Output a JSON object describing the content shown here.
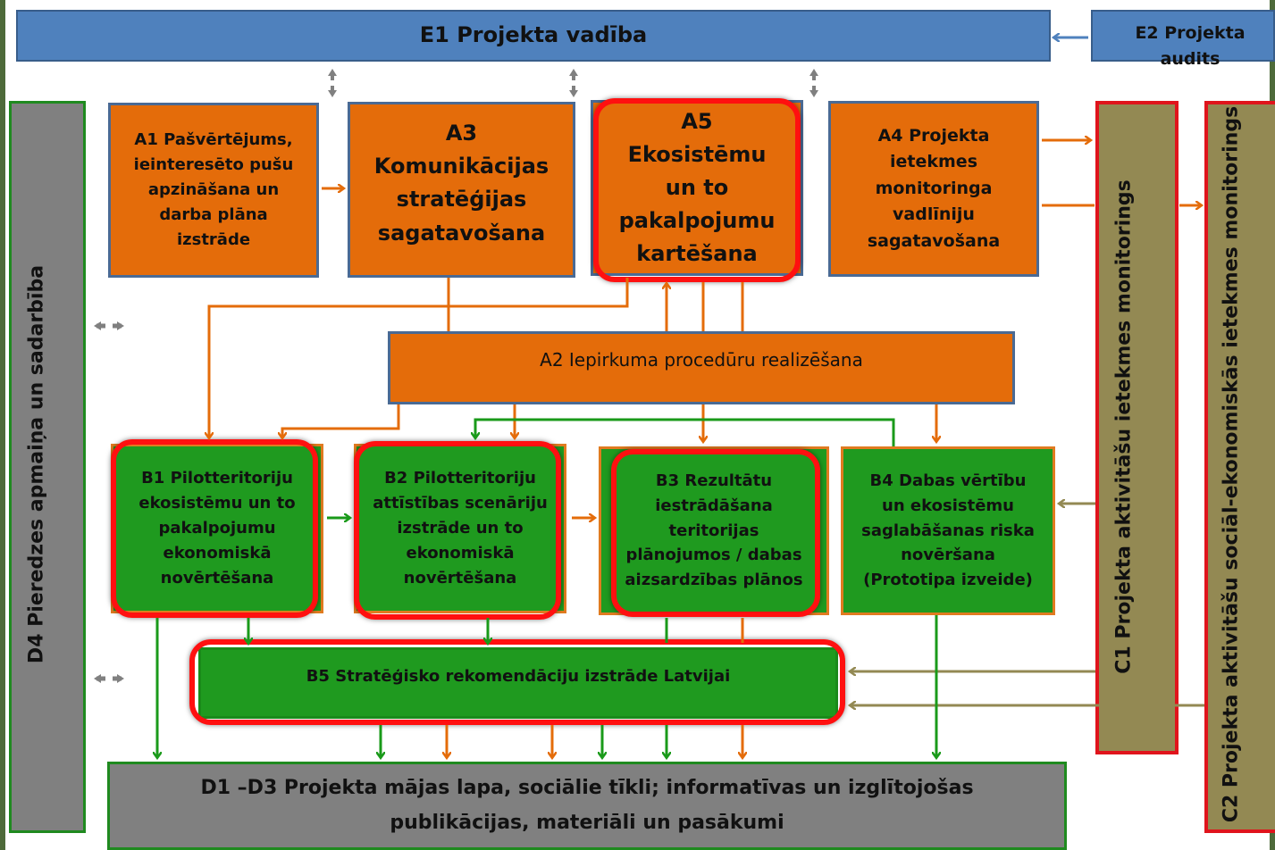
{
  "nodes": {
    "e1": "E1 Projekta vadība",
    "e2": "E2 Projekta audits",
    "a1": "A1 Pašvērtējums, ieinteresēto pušu apzināšana un darba plāna izstrāde",
    "a3": "A3 Komunikācijas stratēģijas sagatavošana",
    "a5": "A5 Ekosistēmu un to pakalpojumu kartēšana",
    "a4": "A4 Projekta ietekmes monitoringa vadlīniju sagatavošana",
    "a2": "A2 Iepirkuma procedūru realizēšana",
    "b1": "B1 Pilotteritoriju ekosistēmu un to pakalpojumu ekonomiskā novērtēšana",
    "b2": "B2 Pilotteritoriju attīstības scenāriju izstrāde un to ekonomiskā novērtēšana",
    "b3": "B3 Rezultātu iestrādāšana teritorijas plānojumos / dabas aizsardzības plānos",
    "b4": "B4 Dabas vērtību un ekosistēmu saglabāšanas riska novēršana (Prototipa izveide)",
    "b5": "B5 Stratēģisko rekomendāciju izstrāde Latvijai",
    "d1": "D1 –D3 Projekta mājas lapa, sociālie tīkli; informatīvas un izglītojošas publikācijas, materiāli un pasākumi",
    "d4": "D4 Pieredzes apmaiņa un sadarbība",
    "c1": "C1 Projekta aktivitāšu ietekmes monitorings",
    "c2": "C2 Projekta aktivitāšu sociāl-ekonomiskās ietekmes monitorings"
  },
  "colors": {
    "orange_arrow": "#e46c0a",
    "green_arrow": "#1a9a1a",
    "olive_arrow": "#938953",
    "gray_arrow": "#808080",
    "blue_arrow": "#4f81bd",
    "highlight": "#ff1010"
  }
}
